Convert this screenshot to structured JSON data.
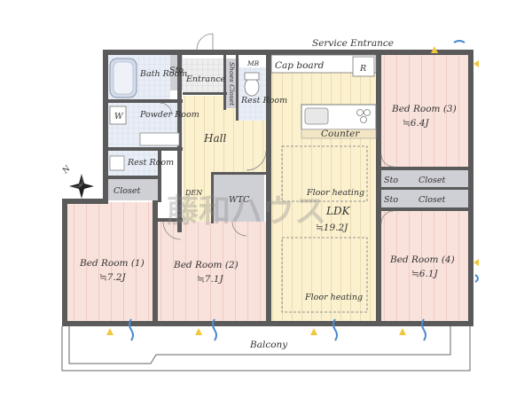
{
  "labels": {
    "service_entrance": "Service Entrance",
    "bath_room": "Bath Room",
    "sto_top": "Sto",
    "entrance": "Entrance",
    "shoes_closet": "Shoes Closet",
    "mb": "MB",
    "cap_board": "Cap board",
    "r": "R",
    "rest_room_top": "Rest Room",
    "w": "W",
    "powder_room": "Powder Room",
    "hall": "Hall",
    "counter": "Counter",
    "bed3_name": "Bed Room (3)",
    "bed3_size": "≒6.4J",
    "rest_room_left": "Rest Room",
    "closet_left": "Closet",
    "den": "DEN",
    "wtc": "WTC",
    "floor_heating_top": "Floor heating",
    "sto_right1": "Sto",
    "closet_right1": "Closet",
    "sto_right2": "Sto",
    "closet_right2": "Closet",
    "ldk_name": "LDK",
    "ldk_size": "≒19.2J",
    "bed1_name": "Bed Room (1)",
    "bed1_size": "≒7.2J",
    "bed2_name": "Bed Room (2)",
    "bed2_size": "≒7.1J",
    "bed4_name": "Bed Room (4)",
    "bed4_size": "≒6.1J",
    "floor_heating_bottom": "Floor heating",
    "balcony": "Balcony",
    "north": "N",
    "watermark": "藤和ハウス"
  },
  "colors": {
    "wall": "#5a5a5a",
    "bedroom": "#f9e2dc",
    "ldk": "#fbf1cf",
    "wet_area": "#e6ecf6",
    "closet": "#cfcfd6"
  }
}
